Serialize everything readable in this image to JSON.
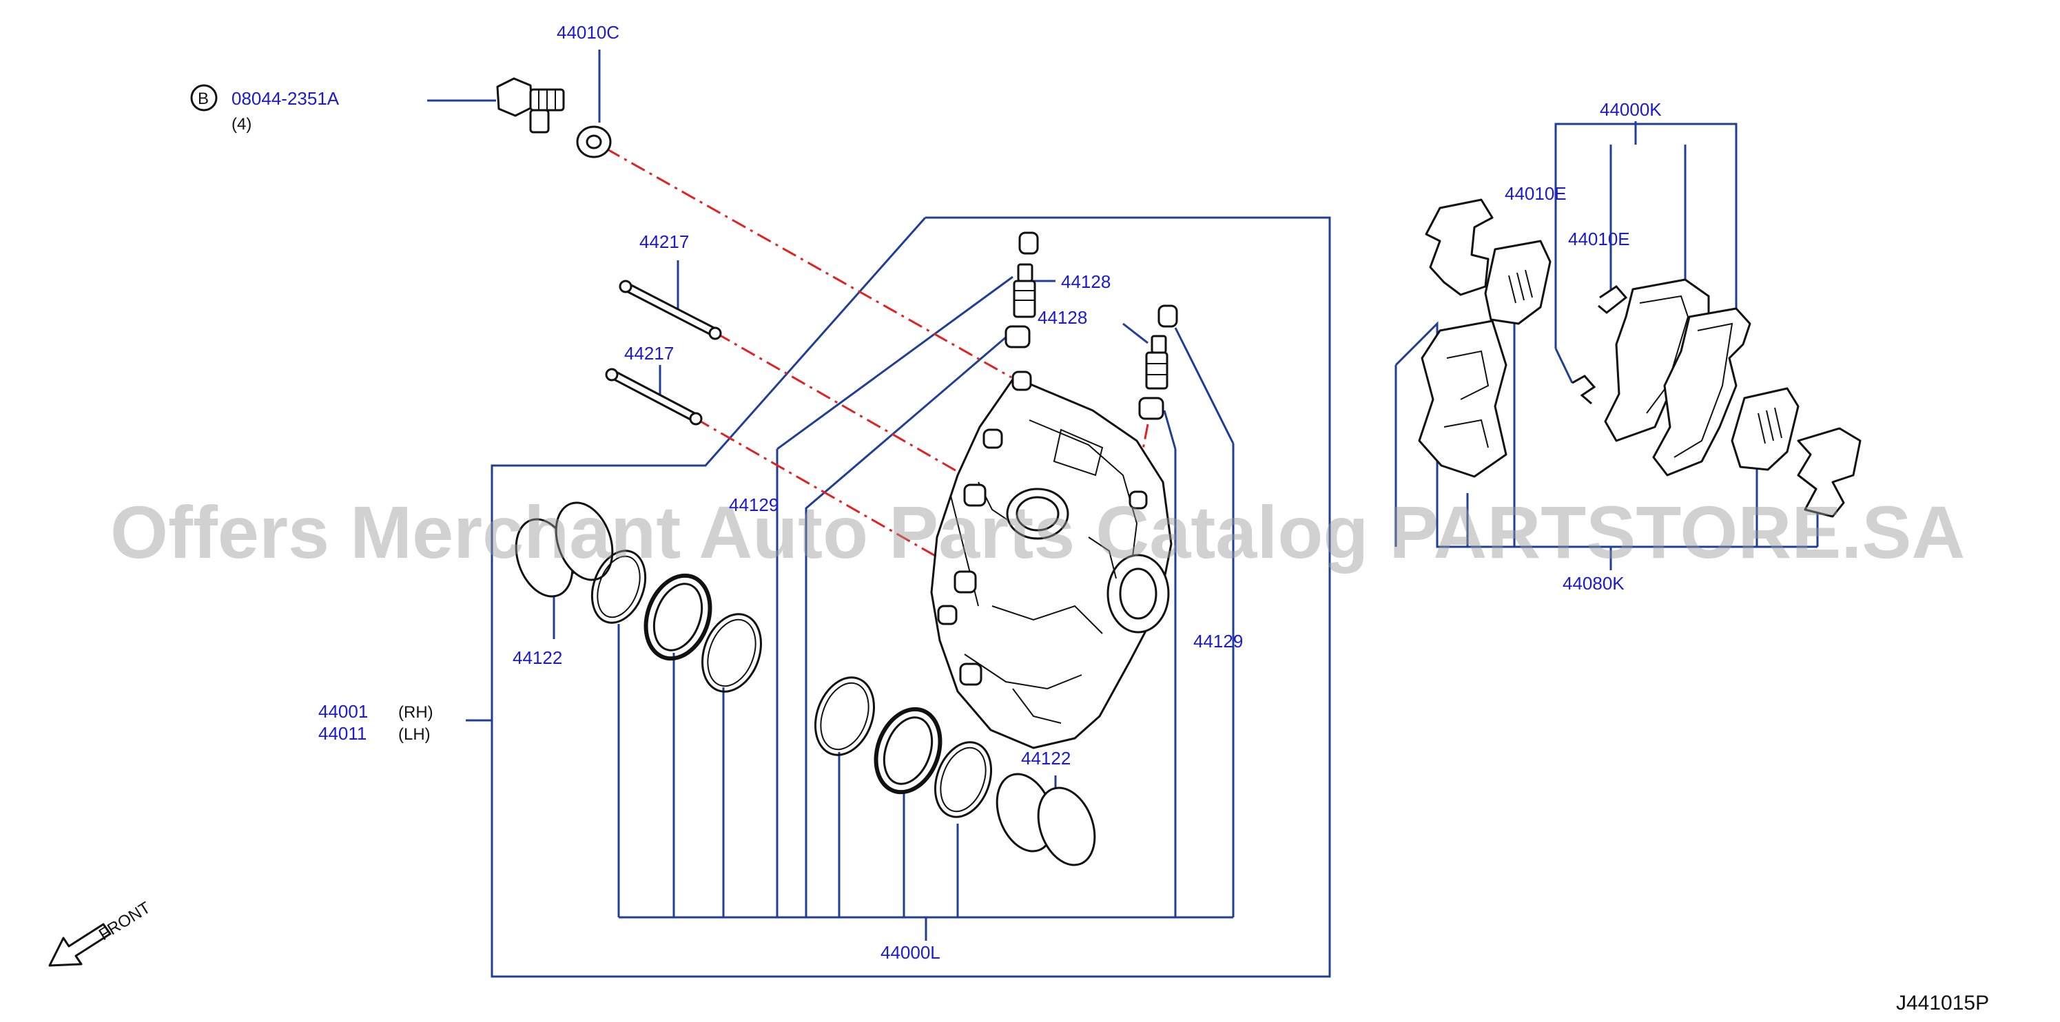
{
  "labels": {
    "washer_44010c": "44010C",
    "bolt_part": "08044-2351A",
    "bolt_badge": "B",
    "bolt_qty": "(4)",
    "pin_upper": "44217",
    "pin_lower": "44217",
    "bleeder_upper": "44128",
    "bleeder_lower": "44128",
    "cap_left": "44129",
    "cap_right": "44129",
    "piston_left": "44122",
    "piston_right": "44122",
    "caliper_rh_part": "44001",
    "caliper_rh_side": "(RH)",
    "caliper_lh_part": "44011",
    "caliper_lh_side": "(LH)",
    "seal_kit": "44000L",
    "pad_kit": "44000K",
    "shim_upper": "44010E",
    "shim_lower": "44010E",
    "hardware_kit": "44080K",
    "front": "FRONT",
    "diagram_code": "J441015P"
  },
  "watermark": "Offers Merchant Auto Parts Catalog PARTSTORE.SA",
  "colors": {
    "label_text": "#1a1ad6",
    "leader_line": "#1f3f96",
    "dash_line": "#e02222",
    "part_outline": "#111111"
  }
}
